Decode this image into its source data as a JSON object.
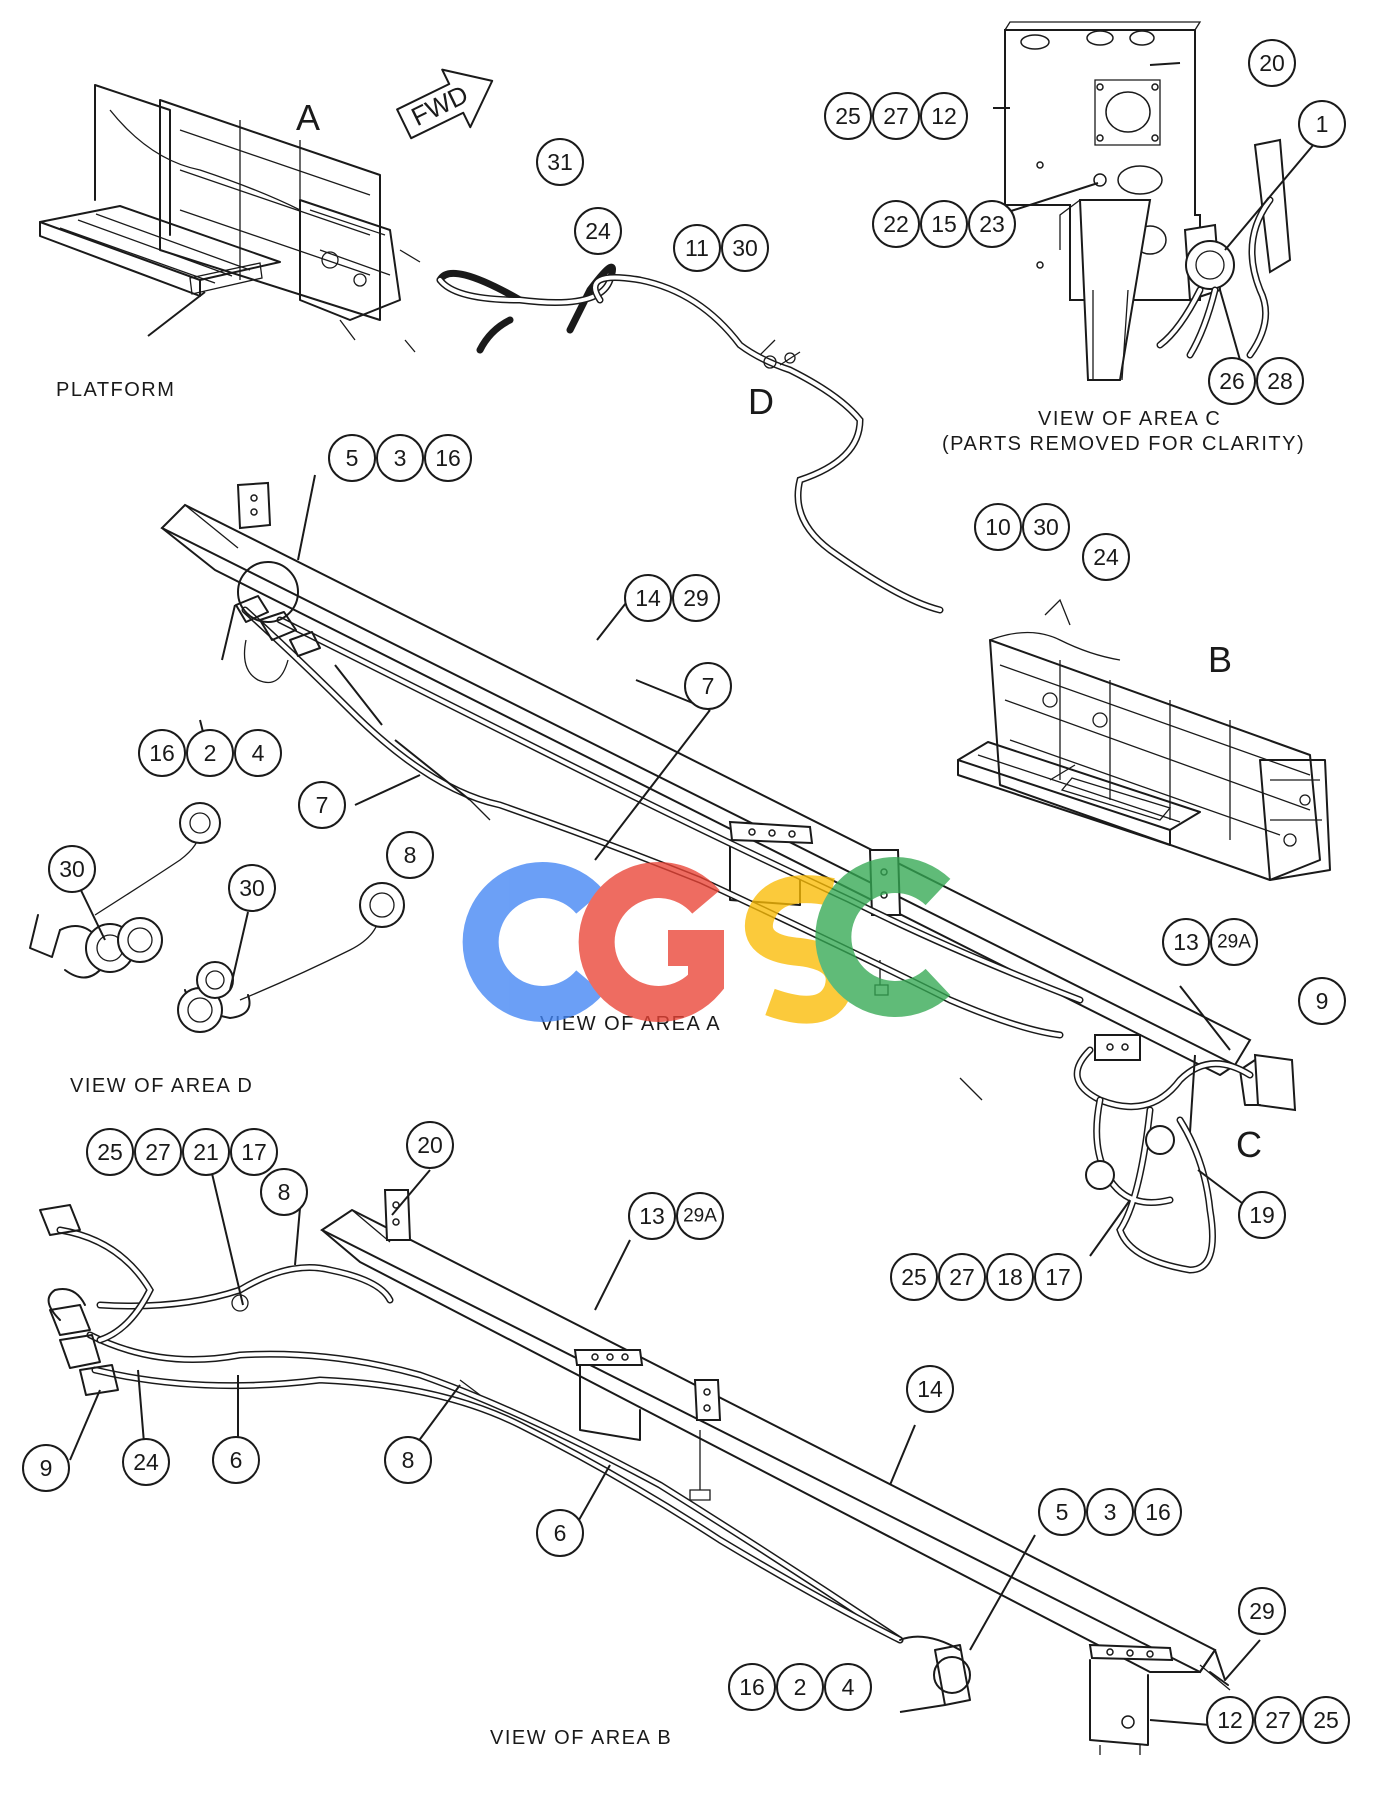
{
  "fwd_label": "FWD",
  "area_letters": {
    "a": "A",
    "b": "B",
    "c": "C",
    "d": "D"
  },
  "captions": {
    "platform": "PLATFORM",
    "view_area_c": "VIEW OF AREA C",
    "view_area_c_note": "(PARTS REMOVED FOR CLARITY)",
    "view_area_a": "VIEW OF AREA A",
    "view_area_d": "VIEW OF AREA D",
    "view_area_b": "VIEW OF AREA B"
  },
  "watermark": {
    "text": "CGSC",
    "colors": [
      "#4285f4",
      "#ea4335",
      "#fbbc05",
      "#34a853"
    ]
  },
  "callouts": {
    "g_c20": [
      "20"
    ],
    "g_c25_27_12": [
      "25",
      "27",
      "12"
    ],
    "g_c1": [
      "1"
    ],
    "g_c22_15_23": [
      "22",
      "15",
      "23"
    ],
    "g_c26_28": [
      "26",
      "28"
    ],
    "g_c31": [
      "31"
    ],
    "g_d24": [
      "24"
    ],
    "g_d11_30": [
      "11",
      "30"
    ],
    "g_a5_3_16": [
      "5",
      "3",
      "16"
    ],
    "g_a14_29": [
      "14",
      "29"
    ],
    "g_a7_r": [
      "7"
    ],
    "g_a16_2_4": [
      "16",
      "2",
      "4"
    ],
    "g_a7_l": [
      "7"
    ],
    "g_a8": [
      "8"
    ],
    "g_d10_30": [
      "10",
      "30"
    ],
    "g_d24b": [
      "24"
    ],
    "g_vd30a": [
      "30"
    ],
    "g_vd30b": [
      "30"
    ],
    "g_a13_29a": [
      "13",
      "29A"
    ],
    "g_a9": [
      "9"
    ],
    "g_a19": [
      "19"
    ],
    "g_a25_27_18_17": [
      "25",
      "27",
      "18",
      "17"
    ],
    "g_b25_27_21_17": [
      "25",
      "27",
      "21",
      "17"
    ],
    "g_b8_top": [
      "8"
    ],
    "g_b20": [
      "20"
    ],
    "g_b13_29a": [
      "13",
      "29A"
    ],
    "g_b14": [
      "14"
    ],
    "g_b9": [
      "9"
    ],
    "g_b24": [
      "24"
    ],
    "g_b6_l": [
      "6"
    ],
    "g_b8_bot": [
      "8"
    ],
    "g_b6_m": [
      "6"
    ],
    "g_b5_3_16": [
      "5",
      "3",
      "16"
    ],
    "g_b29": [
      "29"
    ],
    "g_b16_2_4": [
      "16",
      "2",
      "4"
    ],
    "g_b12_27_25": [
      "12",
      "27",
      "25"
    ]
  }
}
